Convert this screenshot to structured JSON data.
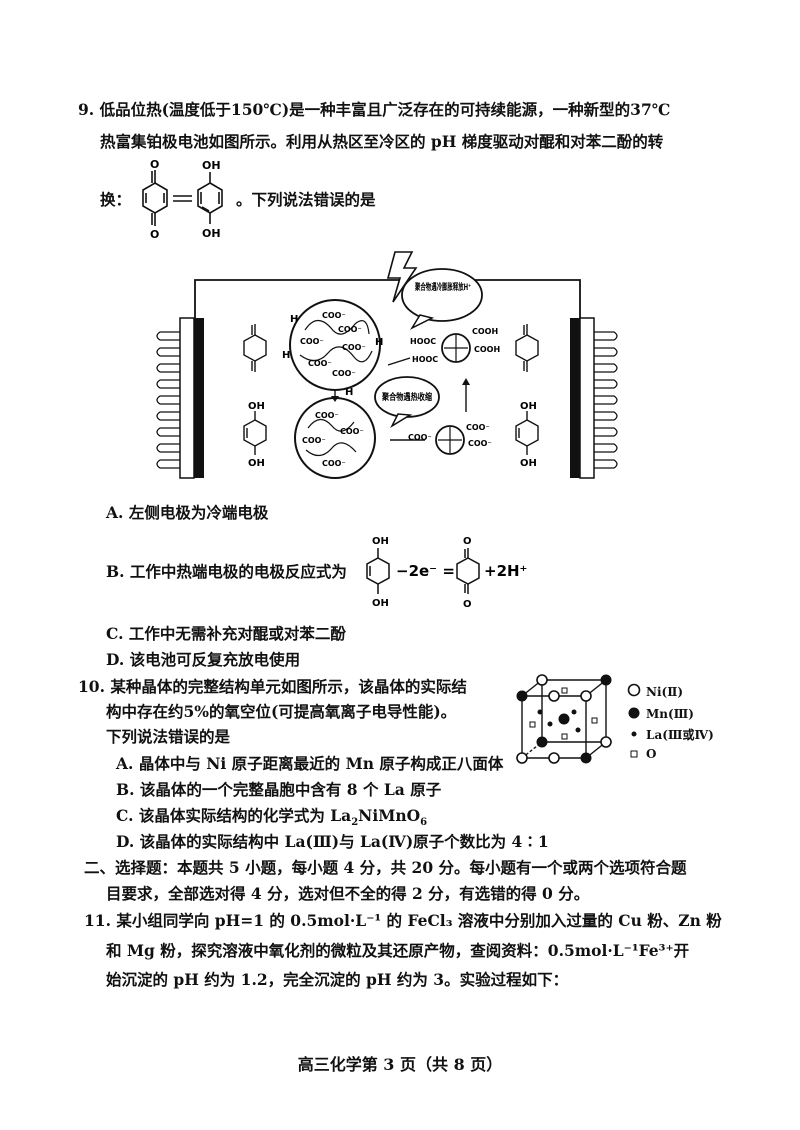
{
  "q9": {
    "line1": "9. 低品位热(温度低于150℃)是一种丰富且广泛存在的可持续能源，一种新型的37℃",
    "line2": "热富集铂极电池如图所示。利用从热区至冷区的 pH 梯度驱动对醌和对苯二酚的转",
    "line3_prefix": "换：",
    "line3_suffix": "。下列说法错误的是",
    "fig": {
      "bubble_top": "聚合物遇冷膨胀释放H⁺",
      "bubble_bottom": "聚合物遇热收缩",
      "label_oh": "OH",
      "label_o": "O",
      "label_h": "H",
      "label_coo": "COO⁻",
      "label_cooh": "COOH",
      "label_hooc": "HOOC"
    },
    "A": "A. 左侧电极为冷端电极",
    "B_prefix": "B. 工作中热端电极的电极反应式为",
    "B_mid": "−2e⁻ =",
    "B_suffix": "+2H⁺",
    "C": "C. 工作中无需补充对醌或对苯二酚",
    "D": "D. 该电池可反复充放电使用"
  },
  "q10": {
    "line1": "10. 某种晶体的完整结构单元如图所示，该晶体的实际结",
    "line2": "构中存在约5%的氧空位(可提高氧离子电导性能)。",
    "line3": "下列说法错误的是",
    "A": "A. 晶体中与 Ni 原子距离最近的 Mn 原子构成正八面体",
    "B": "B. 该晶体的一个完整晶胞中含有 8 个 La 原子",
    "C_prefix": "C. 该晶体实际结构的化学式为 La",
    "C_sub1": "2",
    "C_mid": "NiMnO",
    "C_sub2": "6",
    "D": "D. 该晶体的实际结构中 La(Ⅲ)与 La(Ⅳ)原子个数比为 4∶1",
    "legend": [
      "Ni(Ⅱ)",
      "Mn(Ⅲ)",
      "La(Ⅲ或Ⅳ)",
      "O"
    ]
  },
  "section2": {
    "line1": "二、选择题：本题共 5 小题，每小题 4 分，共 20 分。每小题有一个或两个选项符合题",
    "line2": "目要求，全部选对得 4 分，选对但不全的得 2 分，有选错的得 0 分。"
  },
  "q11": {
    "line1": "11. 某小组同学向 pH=1 的 0.5mol·L⁻¹ 的 FeCl₃ 溶液中分别加入过量的 Cu 粉、Zn 粉",
    "line2": "和 Mg 粉，探究溶液中氧化剂的微粒及其还原产物，查阅资料：0.5mol·L⁻¹Fe³⁺开",
    "line3": "始沉淀的 pH 约为 1.2，完全沉淀的 pH 约为 3。实验过程如下："
  },
  "footer": "高三化学第 3 页（共 8 页）"
}
